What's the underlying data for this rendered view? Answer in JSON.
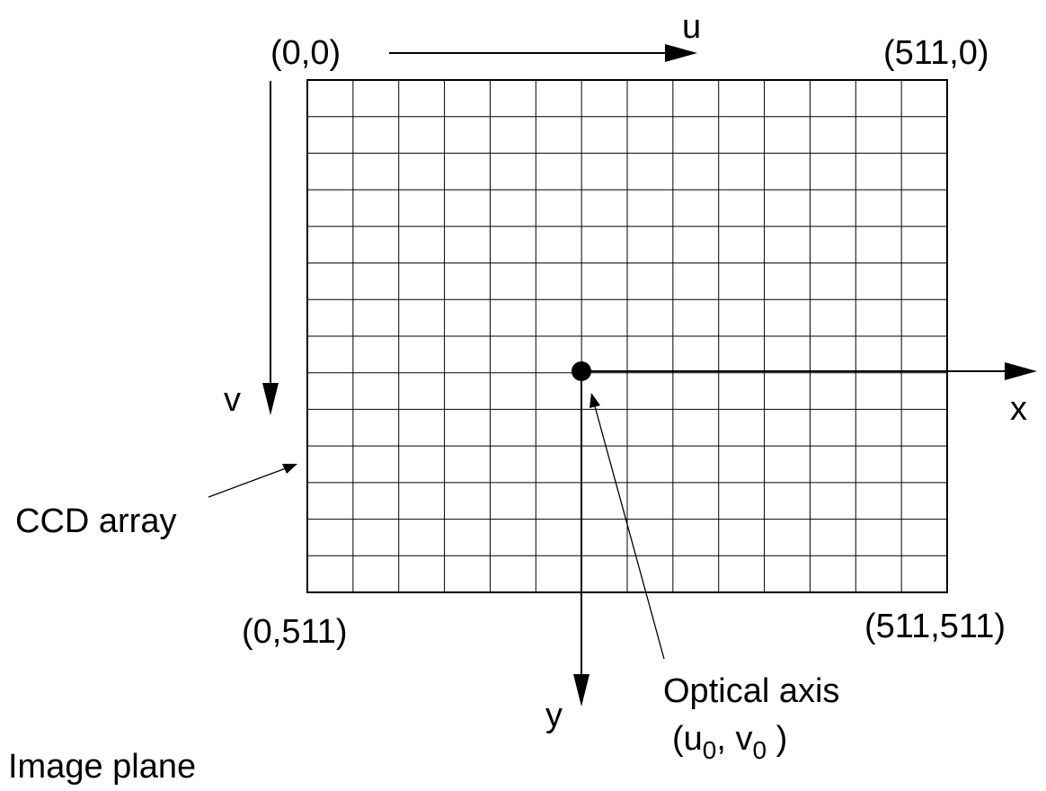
{
  "colors": {
    "stroke": "#000000",
    "background": "#ffffff"
  },
  "grid": {
    "columns": 14,
    "rows": 14
  },
  "labels": {
    "top_left": "(0,0)",
    "top_right": "(511,0)",
    "bottom_left": "(0,511)",
    "bottom_right": "(511,511)",
    "u_axis": "u",
    "v_axis": "v",
    "x_axis": "x",
    "y_axis": "y",
    "ccd_array": "CCD array",
    "optical_axis": "Optical axis",
    "optical_axis_coords": {
      "open": "(u",
      "sub_u": "0",
      "mid": ", v",
      "sub_v": "0",
      "close": " )"
    },
    "image_plane": "Image plane"
  }
}
